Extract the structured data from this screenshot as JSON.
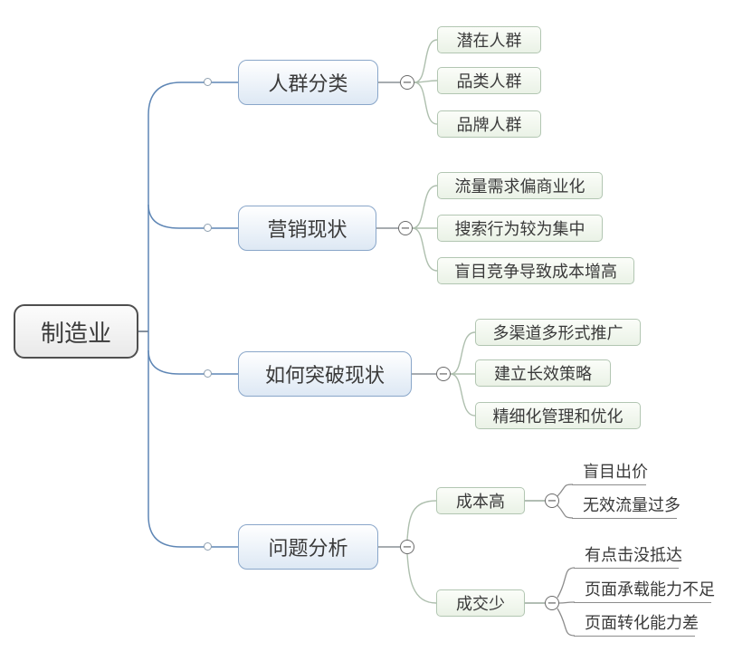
{
  "glyphs": {
    "collapse": "−"
  },
  "colors": {
    "background": "#ffffff",
    "trunk_line": "#5e86b5",
    "stub_line": "#8a9096",
    "branch_connector": "#aebfae",
    "leaf_connector": "#8c8c8c",
    "root_border": "#4f4f4f",
    "level2_border": "#89a6c9",
    "level3_border": "#b2c6b2"
  },
  "root": {
    "label": "制造业"
  },
  "branches": [
    {
      "label": "人群分类",
      "children": [
        {
          "label": "潜在人群"
        },
        {
          "label": "品类人群"
        },
        {
          "label": "品牌人群"
        }
      ]
    },
    {
      "label": "营销现状",
      "children": [
        {
          "label": "流量需求偏商业化"
        },
        {
          "label": "搜索行为较为集中"
        },
        {
          "label": "盲目竞争导致成本增高"
        }
      ]
    },
    {
      "label": "如何突破现状",
      "children": [
        {
          "label": "多渠道多形式推广"
        },
        {
          "label": "建立长效策略"
        },
        {
          "label": "精细化管理和优化"
        }
      ]
    },
    {
      "label": "问题分析",
      "children": [
        {
          "label": "成本高",
          "children": [
            {
              "label": "盲目出价"
            },
            {
              "label": "无效流量过多"
            }
          ]
        },
        {
          "label": "成交少",
          "children": [
            {
              "label": "有点击没抵达"
            },
            {
              "label": "页面承载能力不足"
            },
            {
              "label": "页面转化能力差"
            }
          ]
        }
      ]
    }
  ]
}
